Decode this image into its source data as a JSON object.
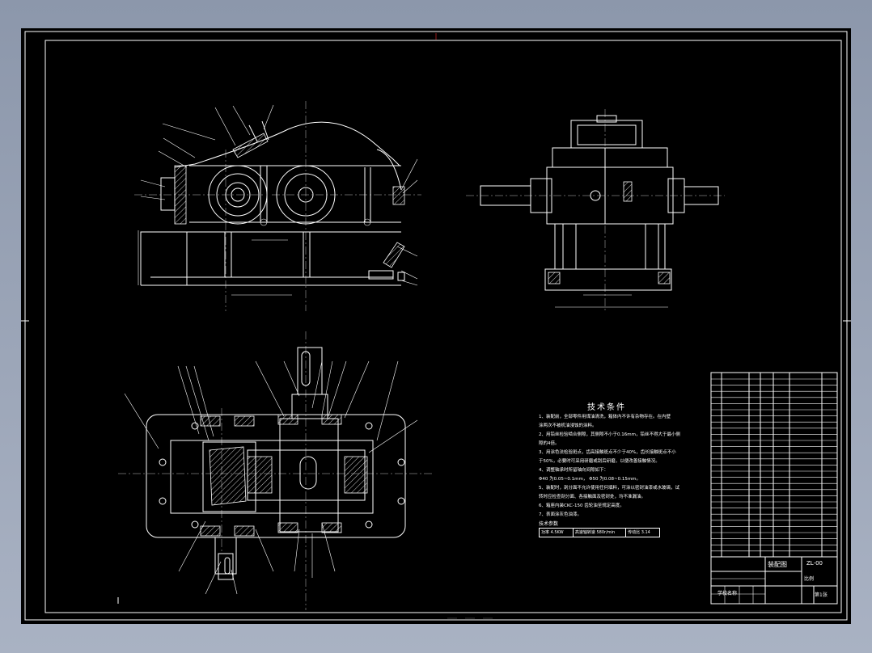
{
  "notes": {
    "title": "技术条件",
    "items": [
      "1、装配前，全部零件用煤油清洗，箱体内不许有杂物存在。在内壁",
      "涂两次不被机油浸蚀的涂料。",
      "2、用铅丝检验啮合侧隙，其侧隙不小于0.16mm，铅丝不得大于最小侧",
      "隙的4倍。",
      "3、用涂色法检验斑点，齿高接触斑点不少于40%，齿长接触斑点不小",
      "于50%，必要时可采用研磨或刮后研磨，以便改善接触情况。",
      "4、调整轴承时所留轴向间隙如下：",
      "Φ40 为0.05~0.1mm，  Φ50 为0.08~0.15mm。",
      "5、装配时，剖分面不允许使用任何填料，可涂以密封油漆或水玻璃，试",
      "转时应检查剖分面、各接触面及密封处，均不准漏油。",
      "6、箱座内装CKC-150   齿轮油至规定高度。",
      "7、表面涂灰色油漆。"
    ],
    "spec_label": "技术参数",
    "spec": [
      "功率 4.5KW",
      "高速轴转速 580r/min",
      "传动比 3.14"
    ]
  },
  "title_block": {
    "drawing_name": "装配图",
    "drawing_no": "ZL-00",
    "sheet": "第1张",
    "scale": "比例",
    "school_label": "学校名称"
  }
}
